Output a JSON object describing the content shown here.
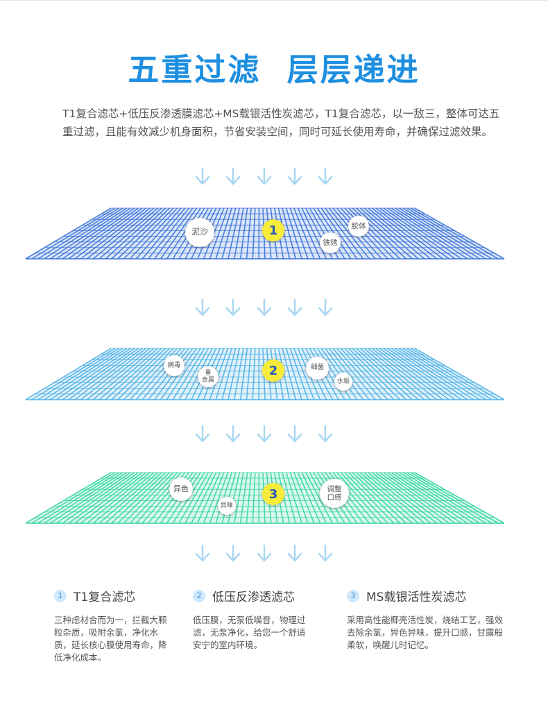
{
  "header": {
    "title": "五重过滤  层层递进"
  },
  "intro": "T1复合滤芯+低压反渗透膜滤芯+MS载银活性炭滤芯，T1复合滤芯，以一敌三，整体可达五重过滤，且能有效减少机身面积，节省安装空间，同时可延长使用寿命，并确保过滤效果。",
  "layers": [
    {
      "number": "1",
      "color": "#3a72d8",
      "bubbles": [
        "泥沙",
        "铁锈",
        "胶体"
      ]
    },
    {
      "number": "2",
      "color": "#4fb0e6",
      "bubbles": [
        "病毒",
        "重\n金属",
        "细菌",
        "水垢"
      ]
    },
    {
      "number": "3",
      "color": "#36d6a0",
      "bubbles": [
        "异色",
        "异味",
        "调整\n口感"
      ]
    }
  ],
  "filters": [
    {
      "number": "1",
      "title": "T1复合滤芯",
      "desc": "三种虑材合而为一，拦截大颗粒杂质，吸附余氯，净化水质，延长核心膜使用寿命，降低净化成本。"
    },
    {
      "number": "2",
      "title": "低压反渗透滤芯",
      "desc": "低压膜，无泵低噪音，物理过滤，无泵净化，给您一个舒适安宁的室内环境。"
    },
    {
      "number": "3",
      "title": "MS载银活性炭滤芯",
      "desc": "采用高性能椰壳活性炭，烧结工艺，强效去除余氯，异色异味，提升口感，甘露般柔软，唤醒儿时记忆。"
    }
  ],
  "colors": {
    "title": "#1e8fe0",
    "arrow": "#a9d7f2",
    "badge": "#f7ec3a"
  }
}
